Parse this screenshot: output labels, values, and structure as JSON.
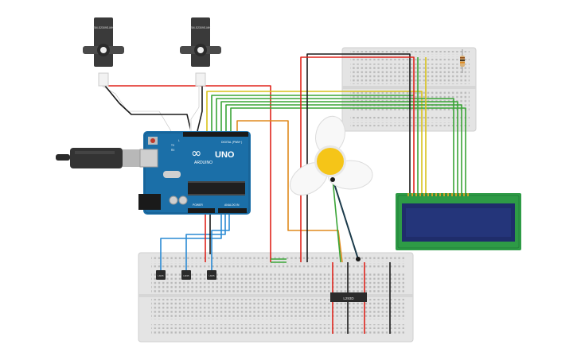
{
  "circuit": {
    "servo_left": {
      "label": "SM-S2309S-MK"
    },
    "servo_right": {
      "label": "SM-S2309S-MK"
    },
    "arduino": {
      "logo": "∞",
      "model": "UNO",
      "brand": "ARDUINO",
      "digital_header": "DIGITAL (PWM~)",
      "power_header": "POWER",
      "analog_header": "ANALOG IN",
      "tx": "TX",
      "rx": "RX",
      "l": "L"
    },
    "ic_driver": {
      "label": "L293D"
    },
    "sensors": [
      {
        "label": "LM35"
      },
      {
        "label": "LM35"
      },
      {
        "label": "LM35"
      }
    ],
    "lcd": {
      "rows": 2,
      "cols": 16
    },
    "fan": {
      "blades": 3
    },
    "colors": {
      "wire_red": "#e0241c",
      "wire_black": "#1a1a1a",
      "wire_green": "#3aa537",
      "wire_yellow": "#d8c21a",
      "wire_orange": "#e08a1e",
      "wire_blue": "#2a8ad4",
      "wire_white": "#f2f2f2",
      "arduino_blue": "#1b6fa8",
      "breadboard": "#e6e6e6",
      "lcd_pcb": "#2e9b46",
      "lcd_screen": "#1f2d6b",
      "fan_hub": "#f5c518"
    }
  }
}
